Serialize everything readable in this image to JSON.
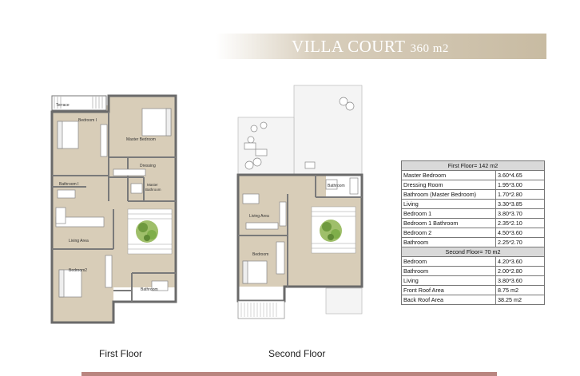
{
  "title": {
    "main": "VILLA COURT",
    "area": "360 m2"
  },
  "plans": {
    "first": {
      "caption": "First Floor",
      "labels": {
        "terrace": "Terrace",
        "bedroom1": "Bedroom I",
        "master_bedroom": "Master Bedroom",
        "dressing": "Dressing",
        "bathroom1": "Bathroom I",
        "master_bathroom_1": "Master",
        "master_bathroom_2": "Bathroom",
        "living_area": "Living Area",
        "bedroom2": "Bedroom2",
        "bathroom": "Bathroom"
      }
    },
    "second": {
      "caption": "Second Floor",
      "labels": {
        "bathroom": "Bathroom",
        "living_area": "Living Area",
        "bedroom": "Bedroom"
      }
    }
  },
  "table": {
    "first_header": "First Floor= 142 m2",
    "first_rows": [
      {
        "room": "Master Bedroom",
        "size": "3.60*4.65"
      },
      {
        "room": "Dressing Room",
        "size": "1.95*3.00"
      },
      {
        "room": "Bathroom (Master Bedroom)",
        "size": "1.70*2.80"
      },
      {
        "room": "Living",
        "size": "3.30*3.85"
      },
      {
        "room": "Bedroom 1",
        "size": "3.80*3.70"
      },
      {
        "room": "Bedroom 1 Bathroom",
        "size": "2.35*2.10"
      },
      {
        "room": "Bedroom 2",
        "size": "4.50*3.60"
      },
      {
        "room": "Bathroom",
        "size": "2.25*2.70"
      }
    ],
    "second_header": "Second Floor= 70 m2",
    "second_rows": [
      {
        "room": "Bedroom",
        "size": "4.20*3.60"
      },
      {
        "room": "Bathroom",
        "size": "2.00*2.80"
      },
      {
        "room": "Living",
        "size": "3.80*3.60"
      },
      {
        "room": "Front Roof Area",
        "size": "8.75 m2"
      },
      {
        "room": "Back Roof Area",
        "size": "38.25 m2"
      }
    ]
  },
  "colors": {
    "floor": "#d8cdb8",
    "wall": "#6a6a6a",
    "accent_bar": "#b9857f",
    "title_band": "#c8bba2"
  }
}
